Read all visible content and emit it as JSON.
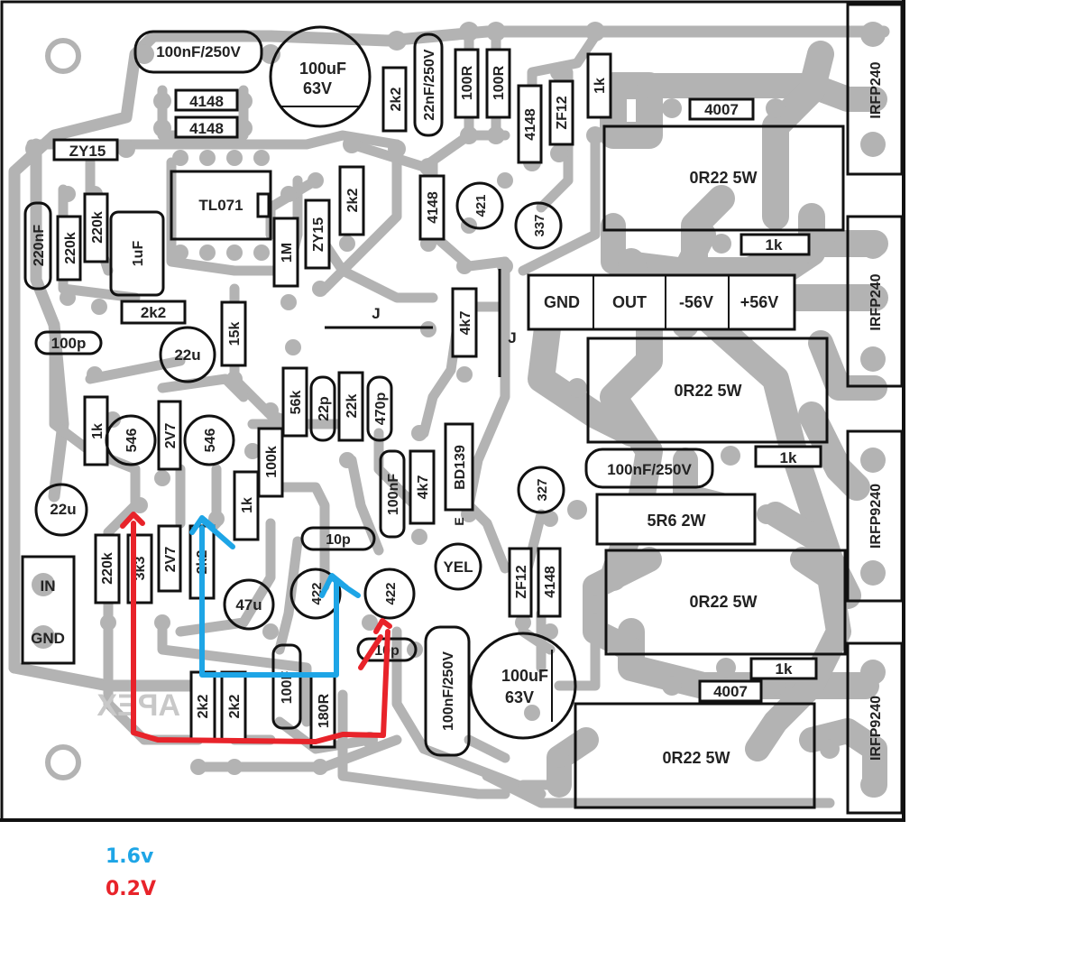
{
  "colors": {
    "trace": "#b3b3b3",
    "outline": "#111111",
    "annotation_blue": "#1ea5e6",
    "annotation_red": "#e8232a"
  },
  "board": {
    "brand": "APEX",
    "components": {
      "c_100nf_top": "100nF/250V",
      "c_100uf_top_a": "100uF",
      "c_100uf_top_b": "63V",
      "d_4148_a": "4148",
      "d_4148_b": "4148",
      "zy15_left": "ZY15",
      "tl071": "TL071",
      "c_220nf": "220nF",
      "r_220k_a": "220k",
      "r_220k_b": "220k",
      "c_1uf": "1uF",
      "r_2k2_mid": "2k2",
      "c_100p": "100p",
      "c_22u_a": "22u",
      "r_15k": "15k",
      "r_1m": "1M",
      "zy15_mid": "ZY15",
      "r_2k2_vert": "2k2",
      "r_2k2_top": "2k2",
      "c_22nf": "22nF/250V",
      "r_100r_a": "100R",
      "r_100r_b": "100R",
      "d_4148_c": "4148",
      "zf12_top": "ZF12",
      "r_1k_top": "1k",
      "d_4007_top": "4007",
      "r_0r22_a": "0R22 5W",
      "r_1k_right_a": "1k",
      "d_4148_vert": "4148",
      "t_421": "421",
      "t_337": "337",
      "term_gnd": "GND",
      "term_out": "OUT",
      "term_m56": "-56V",
      "term_p56": "+56V",
      "jumper_a": "J",
      "jumper_b": "J",
      "r_4k7_mid": "4k7",
      "r_0r22_b": "0R22 5W",
      "r_1k_left": "1k",
      "t_546_a": "546",
      "z_2v7_a": "2V7",
      "t_546_b": "546",
      "r_56k": "56k",
      "c_22p": "22p",
      "r_22k": "22k",
      "c_470p": "470p",
      "r_100k": "100k",
      "c_100nf_mid": "100nF",
      "r_4k7_b": "4k7",
      "bd139": "BD139",
      "bd139_e": "E",
      "c_100nf_right": "100nF/250V",
      "r_1k_right_b": "1k",
      "t_327": "327",
      "r_5r6": "5R6 2W",
      "c_22u_b": "22u",
      "r_1k_vert": "1k",
      "c_10p_a": "10p",
      "led_yel": "YEL",
      "r_220k_c": "220k",
      "r_3k3": "3k3",
      "z_2v7_b": "2V7",
      "r_2k2_c": "2k2",
      "c_47u": "47u",
      "t_422_a": "422",
      "t_422_b": "422",
      "zf12_bot": "ZF12",
      "d_4148_bot": "4148",
      "r_0r22_c": "0R22 5W",
      "term_in": "IN",
      "term_gnd_in": "GND",
      "c_100nf_bot": "100nF/250V",
      "c_100uf_bot_a": "100uF",
      "c_100uf_bot_b": "63V",
      "r_1k_right_c": "1k",
      "d_4007_bot": "4007",
      "c_10p_b": "10p",
      "r_2k2_d": "2k2",
      "r_2k2_e": "2k2",
      "c_100f": "100F",
      "r_180r": "180R",
      "r_0r22_d": "0R22 5W",
      "q_irfp240_a": "IRFP240",
      "q_irfp240_b": "IRFP240",
      "q_irfp9240_a": "IRFP9240",
      "q_irfp9240_b": "IRFP9240"
    }
  },
  "annotations": {
    "blue_voltage": "1.6v",
    "red_voltage": "0.2V"
  }
}
